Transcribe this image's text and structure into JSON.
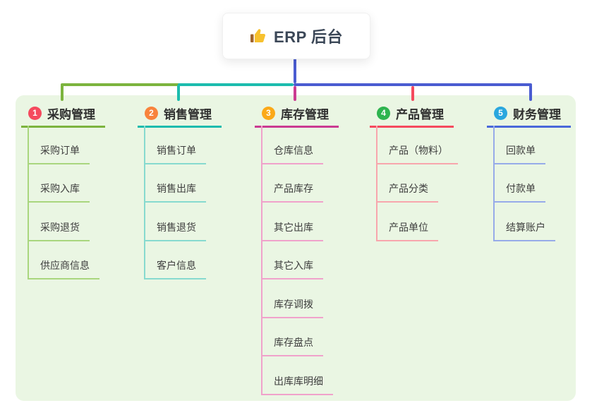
{
  "root": {
    "label": "ERP 后台",
    "icon": "thumbs-up"
  },
  "colors": {
    "root_line": "#4a5cd1",
    "panel_bg": "#eaf6e3",
    "card_bg": "#ffffff",
    "root_text": "#3b4757",
    "title_text": "#2f2f2f",
    "child_text": "#3e3e3e",
    "thumb_yellow": "#f7c12e",
    "thumb_cuff": "#a0642e"
  },
  "branches": [
    {
      "index": "1",
      "title": "采购管理",
      "color": "#7cb43e",
      "line_light": "#a9d67e",
      "badge_color": "#f54a5e",
      "children": [
        "采购订单",
        "采购入库",
        "采购退货",
        "供应商信息"
      ]
    },
    {
      "index": "2",
      "title": "销售管理",
      "color": "#1cbcae",
      "line_light": "#87dacf",
      "badge_color": "#f8833c",
      "children": [
        "销售订单",
        "销售出库",
        "销售退货",
        "客户信息"
      ]
    },
    {
      "index": "3",
      "title": "库存管理",
      "color": "#cb3b92",
      "line_light": "#f0a2cb",
      "badge_color": "#fba918",
      "children": [
        "仓库信息",
        "产品库存",
        "其它出库",
        "其它入库",
        "库存调拨",
        "库存盘点",
        "出库库明细"
      ]
    },
    {
      "index": "4",
      "title": "产品管理",
      "color": "#f54a5e",
      "line_light": "#f8a6ad",
      "badge_color": "#2eb44f",
      "children": [
        "产品（物料）",
        "产品分类",
        "产品单位"
      ]
    },
    {
      "index": "5",
      "title": "财务管理",
      "color": "#4a68da",
      "line_light": "#97abe9",
      "badge_color": "#2aa7de",
      "children": [
        "回款单",
        "付款单",
        "结算账户"
      ]
    }
  ]
}
